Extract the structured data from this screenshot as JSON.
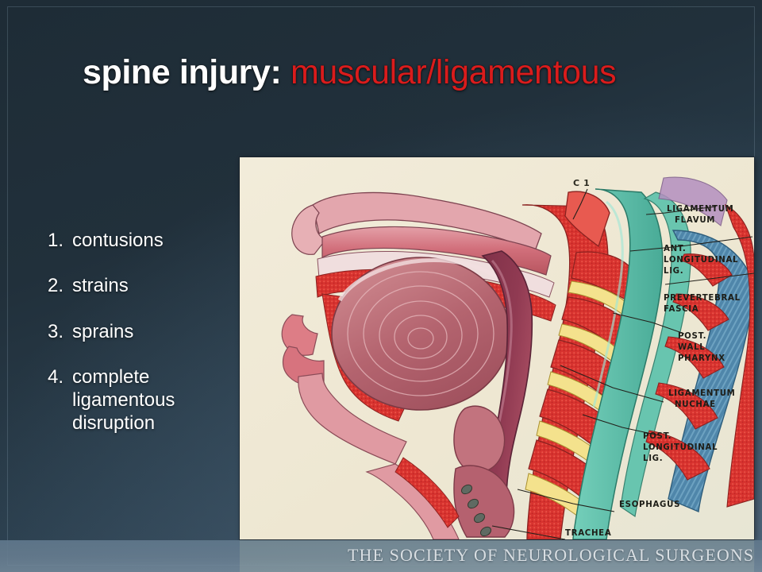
{
  "slide": {
    "title": {
      "white_part": "spine injury: ",
      "red_part": "muscular/ligamentous"
    },
    "list": [
      {
        "number": "1.",
        "lines": [
          "contusions"
        ]
      },
      {
        "number": "2.",
        "lines": [
          "strains"
        ]
      },
      {
        "number": "3.",
        "lines": [
          "sprains"
        ]
      },
      {
        "number": "4.",
        "lines": [
          "complete",
          "ligamentous",
          "disruption"
        ]
      }
    ],
    "footer": "THE SOCIETY OF NEUROLOGICAL SURGEONS"
  },
  "figure": {
    "caption_labels": [
      "LIGAMENTUM",
      "FLAVUM",
      "ANT.",
      "LONGITUDINAL",
      "LIG.",
      "PREVERTEBRAL",
      "FASCIA",
      "POST.",
      "WALL",
      "PHARYNX",
      "LIGAMENTUM",
      "NUCHAE",
      "POST.",
      "LONGITUDINAL",
      "LIG.",
      "ESOPHAGUS",
      "TRACHEA"
    ],
    "vertebra_marker": "C 1",
    "labels": {
      "ligamentum_flavum_1": "LIGAMENTUM",
      "ligamentum_flavum_2": "FLAVUM",
      "ant_long_lig_1": "ANT.",
      "ant_long_lig_2": "LONGITUDINAL",
      "ant_long_lig_3": "LIG.",
      "prevertebral_fascia_1": "PREVERTEBRAL",
      "prevertebral_fascia_2": "FASCIA",
      "post_wall_pharynx_1": "POST.",
      "post_wall_pharynx_2": "WALL",
      "post_wall_pharynx_3": "PHARYNX",
      "ligamentum_nuchae_1": "LIGAMENTUM",
      "ligamentum_nuchae_2": "NUCHAE",
      "post_long_lig_1": "POST.",
      "post_long_lig_2": "LONGITUDINAL",
      "post_long_lig_3": "LIG.",
      "esophagus": "ESOPHAGUS",
      "trachea": "TRACHEA"
    },
    "colors": {
      "paper": "#efe9d5",
      "muscle_red": "#d8332f",
      "tissue_pink": "#d9757f",
      "deep_magenta": "#8e3b52",
      "ligament_teal": "#5fc3ad",
      "nuchae_blue": "#5b8fb0",
      "disc_yellow": "#f2e08a",
      "outline": "#2a2018"
    }
  },
  "theme": {
    "background_dark": "#1e2c36",
    "background_light": "#3d5265",
    "title_white": "#ffffff",
    "title_red": "#d91c1c",
    "footer_band": "#687e91"
  }
}
